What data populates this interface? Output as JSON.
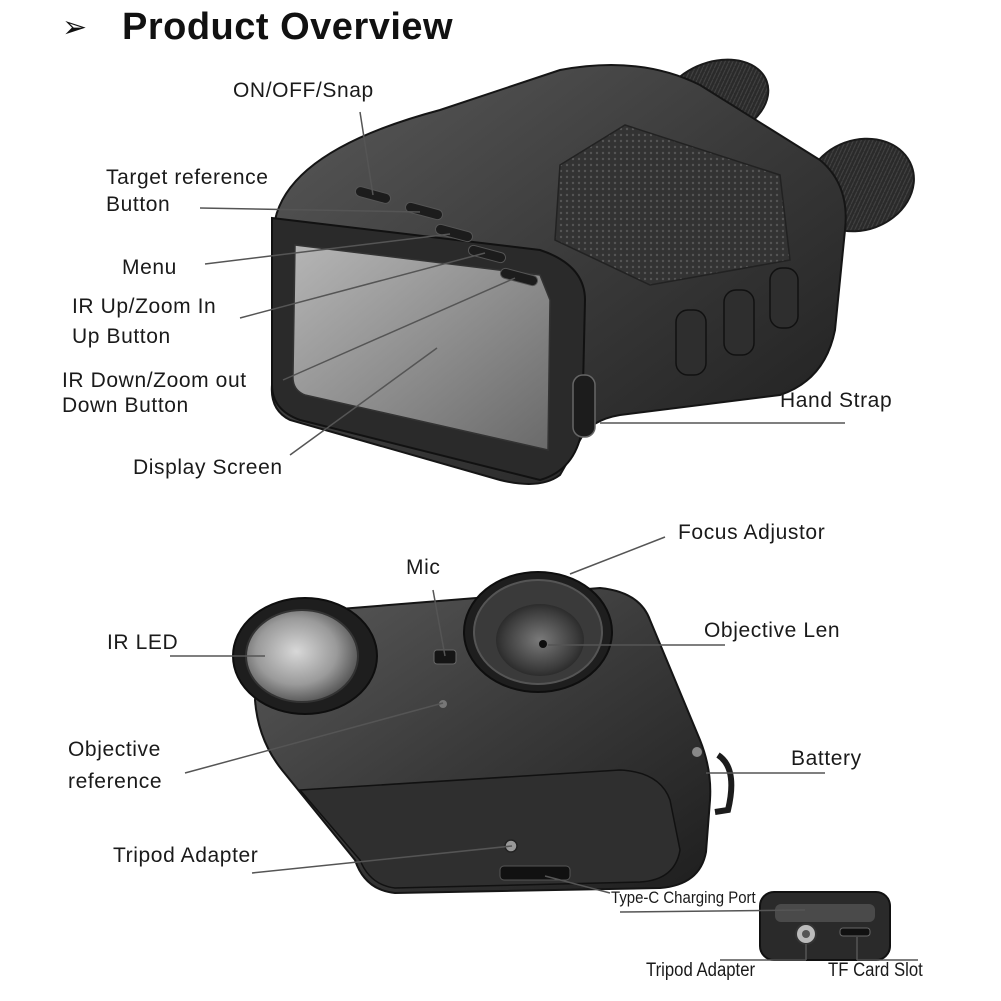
{
  "header": {
    "arrow_glyph": "➢",
    "title": "Product Overview"
  },
  "top_view": {
    "labels": {
      "on_off_snap": "ON/OFF/Snap",
      "target_reference_1": "Target reference",
      "target_reference_2": "Button",
      "menu": "Menu",
      "ir_up_1": "IR Up/Zoom In",
      "ir_up_2": "Up Button",
      "ir_down_1": "IR Down/Zoom out",
      "ir_down_2": "Down Button",
      "display_screen": "Display Screen",
      "hand_strap": "Hand Strap"
    }
  },
  "bottom_view": {
    "labels": {
      "focus_adjustor": "Focus Adjustor",
      "mic": "Mic",
      "ir_led": "IR LED",
      "objective_len": "Objective Len",
      "objective_reference_1": "Objective",
      "objective_reference_2": "reference",
      "battery": "Battery",
      "tripod_adapter": "Tripod Adapter"
    }
  },
  "inset": {
    "labels": {
      "type_c_charging_port": "Type-C Charging Port",
      "tripod_adapter": "Tripod Adapter",
      "tf_card_slot": "TF Card Slot"
    }
  },
  "colors": {
    "body_dark": "#2b2b2b",
    "body_mid": "#4a4a4a",
    "screen": "#8a8a8a",
    "leader_line": "#555555",
    "text": "#1a1a1a"
  }
}
